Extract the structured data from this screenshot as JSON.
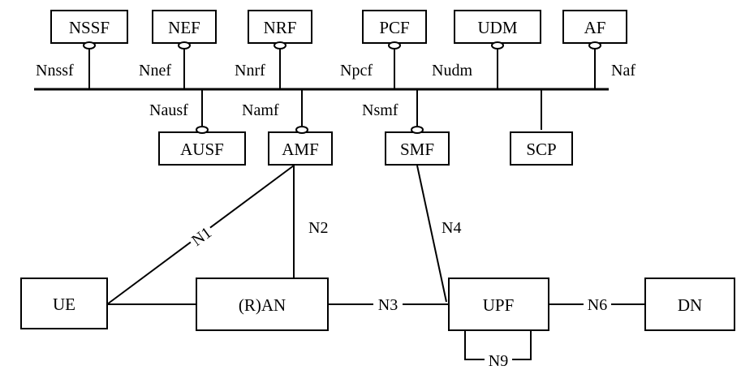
{
  "network_functions": {
    "nssf": "NSSF",
    "nef": "NEF",
    "nrf": "NRF",
    "pcf": "PCF",
    "udm": "UDM",
    "af": "AF",
    "ausf": "AUSF",
    "amf": "AMF",
    "smf": "SMF",
    "scp": "SCP",
    "ue": "UE",
    "ran": "(R)AN",
    "upf": "UPF",
    "dn": "DN"
  },
  "service_interfaces": {
    "nnssf": "Nnssf",
    "nnef": "Nnef",
    "nnrf": "Nnrf",
    "npcf": "Npcf",
    "nudm": "Nudm",
    "naf": "Naf",
    "nausf": "Nausf",
    "namf": "Namf",
    "nsmf": "Nsmf"
  },
  "reference_points": {
    "n1": "N1",
    "n2": "N2",
    "n3": "N3",
    "n4": "N4",
    "n6": "N6",
    "n9": "N9"
  }
}
